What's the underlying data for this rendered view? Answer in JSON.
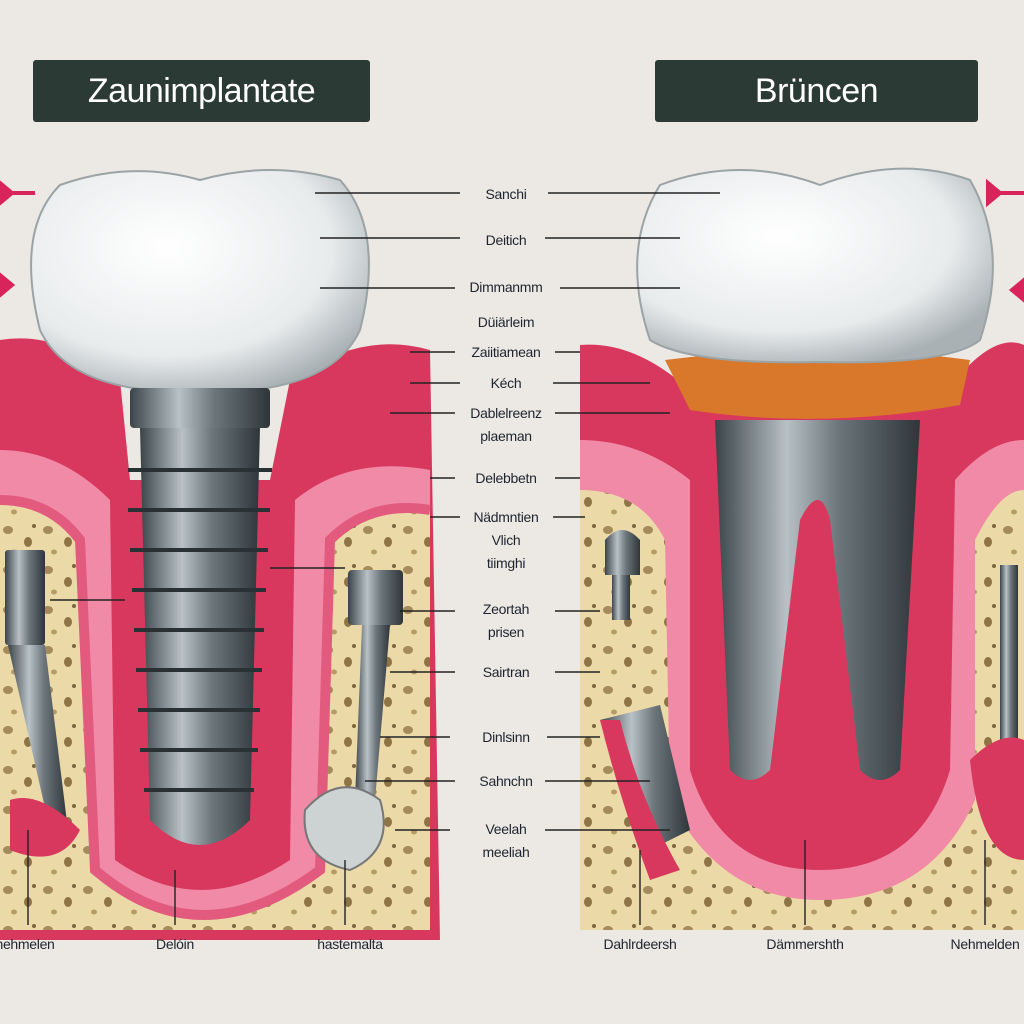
{
  "titles": {
    "left": "Zaunimplantate",
    "right": "Brüncen"
  },
  "center_labels": [
    [
      "Sanchi"
    ],
    [
      "Deitich"
    ],
    [
      "Dimmanmm"
    ],
    [
      "Düiärleim"
    ],
    [
      "Zaiitiamean"
    ],
    [
      "Kéch"
    ],
    [
      "Dablelreenz",
      "plaeman"
    ],
    [
      "Delebbetn"
    ],
    [
      "Nädmntien",
      "Vlich",
      "tiimghi"
    ],
    [
      "Zeortah",
      "prisen"
    ],
    [
      "Sairtran"
    ],
    [
      "Dinlsinn"
    ],
    [
      "Sahnchn"
    ],
    [
      "Veelah",
      "meeliah"
    ]
  ],
  "bottom_labels": [
    "nehmelen",
    "Delóin",
    "hastemalta",
    "Dahlrdeersh",
    "Dämmershth",
    "Nehmelden"
  ],
  "colors": {
    "background": "#ece8e3",
    "title_bg": "#2c3a36",
    "gum": "#d9385e",
    "bone": "#ecd9a8",
    "arrow": "#d8245a",
    "band": "#d9772a"
  }
}
